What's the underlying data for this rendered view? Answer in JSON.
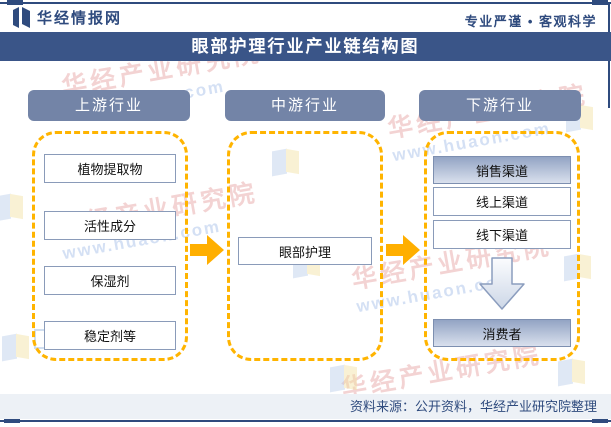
{
  "header": {
    "brand": "华经情报网",
    "tagline": "专业严谨 • 客观科学"
  },
  "title": "眼部护理行业产业链结构图",
  "columns": [
    {
      "header": "上游行业",
      "items": [
        "植物提取物",
        "活性成分",
        "保湿剂",
        "稳定剂等"
      ]
    },
    {
      "header": "中游行业",
      "items": [
        "眼部护理"
      ]
    },
    {
      "header": "下游行业",
      "items": [
        "销售渠道",
        "线上渠道",
        "线下渠道",
        "消费者"
      ]
    }
  ],
  "footer": {
    "source": "资料来源：公开资料，华经产业研究院整理"
  },
  "watermarks": {
    "cn": "华经产业研究院",
    "url": "www.huaon.com"
  },
  "icons": [
    "brand-logo-icon",
    "flow-arrow-right-icon",
    "flow-arrow-down-icon"
  ],
  "colors": {
    "navy": "#2F4B7E",
    "title_bar": "#3A5588",
    "pill": "#7384A7",
    "node_border": "#8A9BB9",
    "dashed_border": "#FFB400",
    "arrow_orange": "#FFAF00",
    "gradient_top": "#93A4C4",
    "gradient_bottom": "#D9E0ED",
    "footer_bg": "#EDF1F6"
  }
}
